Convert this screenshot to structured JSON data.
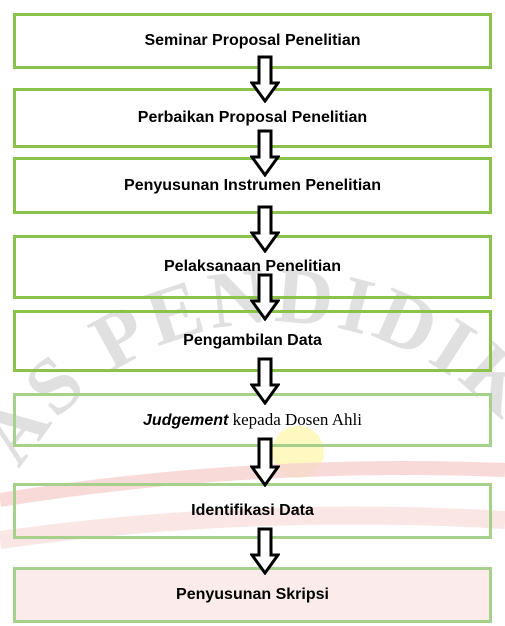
{
  "colors": {
    "box_border": "#8bc34a",
    "last_box_border": "#a8d08d",
    "last_box_fill": "#fbeceb",
    "arrow_fill": "#ffffff",
    "arrow_stroke": "#000000",
    "watermark_text": "#dcdcdc",
    "watermark_arc_red": "#f4c7c3",
    "watermark_dot": "#fff3a0"
  },
  "watermark": {
    "text": "AS PENDIDIKA"
  },
  "steps": [
    {
      "label": "Seminar Proposal Penelitian"
    },
    {
      "label": "Perbaikan Proposal Penelitian"
    },
    {
      "label": "Penyusunan Instrumen Penelitian"
    },
    {
      "label": "Pelaksanaan Penelitian"
    },
    {
      "label": "Pengambilan Data"
    },
    {
      "label_lead": "Judgement",
      "label_rest": " kepada Dosen Ahli"
    },
    {
      "label": "Identifikasi Data"
    },
    {
      "label": "Penyusunan Skripsi"
    }
  ],
  "arrow_icon": "down-arrow-icon"
}
